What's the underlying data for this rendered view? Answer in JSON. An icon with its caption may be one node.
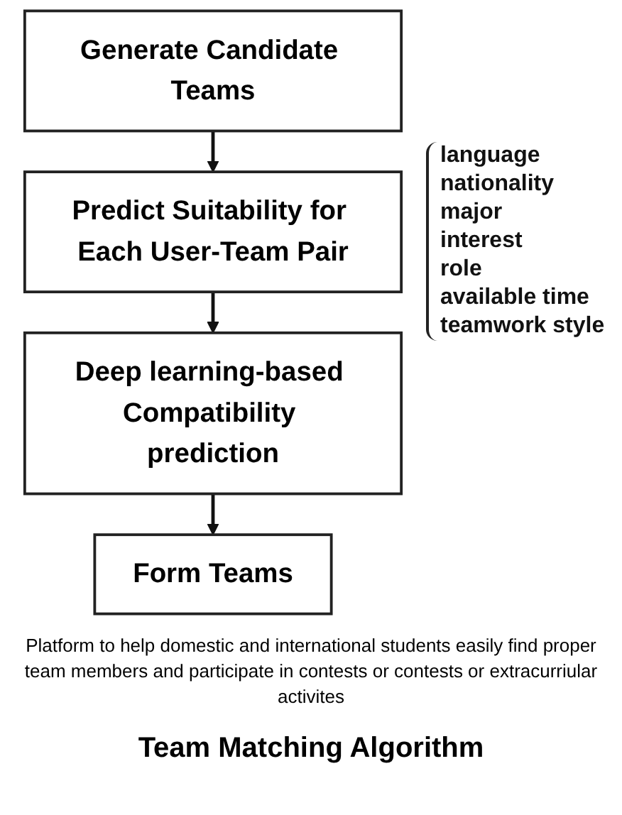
{
  "diagram": {
    "title": "Team Matching Algorithm",
    "caption": "Platform to help domestic and international students easily find proper team members and participate in contests or contests or extracurriular activites",
    "nodes": [
      {
        "text": [
          "Generate Candidate Teams"
        ]
      },
      {
        "text": [
          "Predict Suitability for Each User-Team Pair"
        ]
      },
      {
        "text": [
          "Deep learning-based Compatibility prediction"
        ]
      },
      {
        "text": [
          "Form Teams"
        ]
      }
    ],
    "edges": [
      {
        "from": 0,
        "to": 1,
        "arrow": "to"
      },
      {
        "from": 1,
        "to": 2,
        "arrow": "to"
      },
      {
        "from": 2,
        "to": 3,
        "arrow": "to"
      }
    ],
    "labels": [
      "language",
      "nationality",
      "major",
      "interest",
      "role",
      "available time",
      "teamwork style"
    ]
  }
}
